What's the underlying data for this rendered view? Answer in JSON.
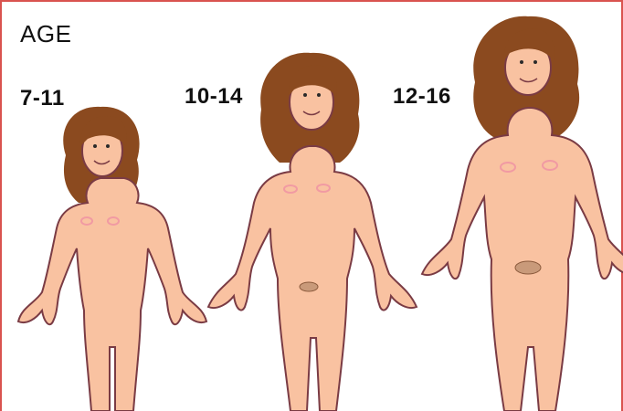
{
  "title": "AGE",
  "figures": [
    {
      "age_range": "7-11"
    },
    {
      "age_range": "10-14"
    },
    {
      "age_range": "12-16"
    }
  ],
  "colors": {
    "frame": "#d9534f",
    "skin": "#f9c2a1",
    "outline": "#7a3b44",
    "hair": "#8b4a1f",
    "cheek": "#f19aa3",
    "text": "#111111"
  }
}
